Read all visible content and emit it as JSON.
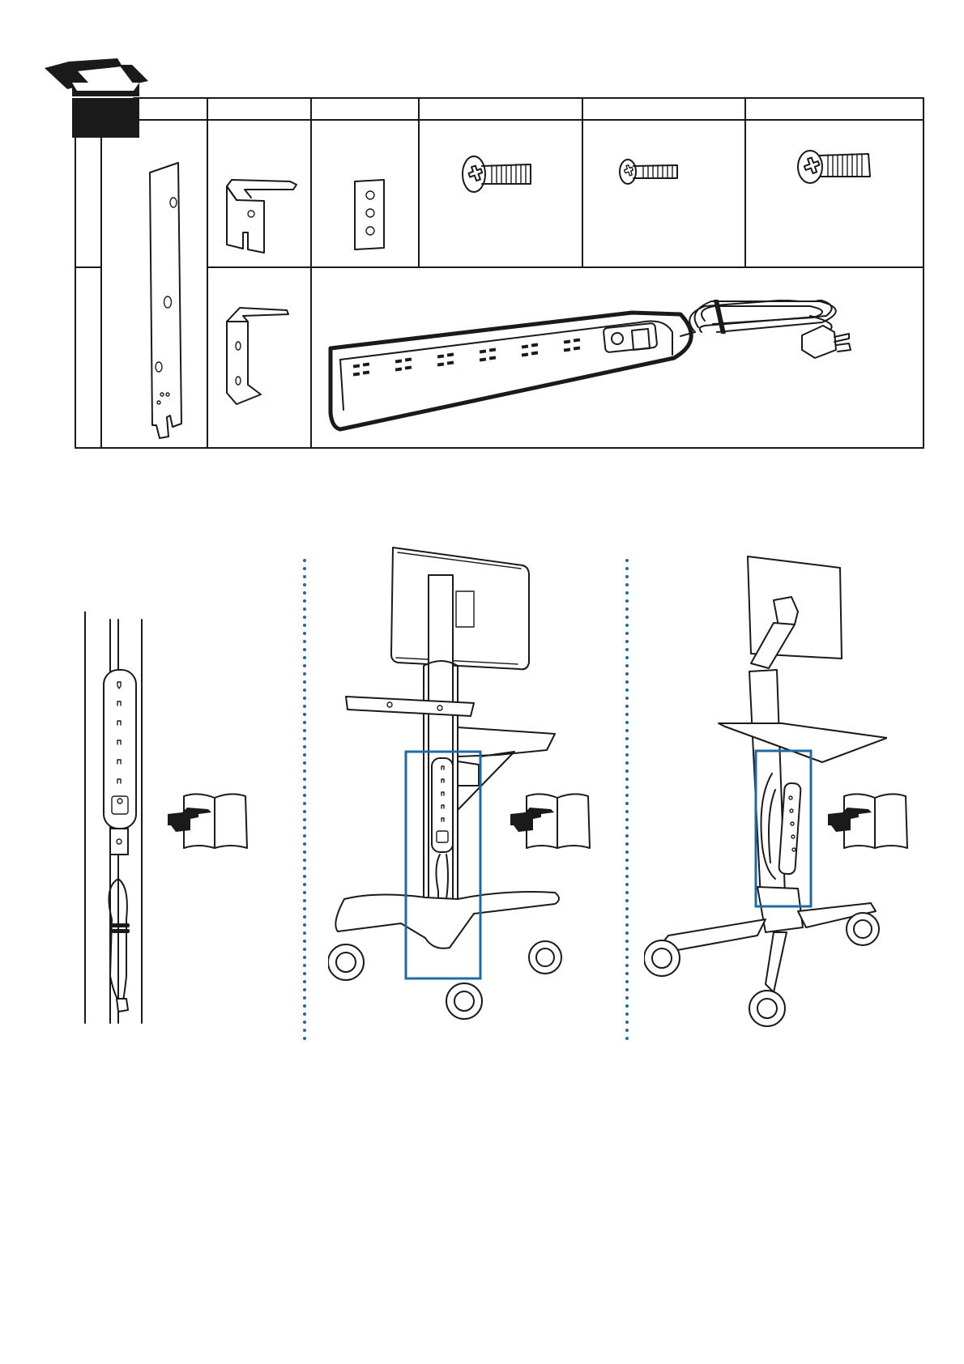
{
  "document": {
    "kind": "assembly-instruction-page",
    "accent_color": "#1f6aa5",
    "line_color": "#1a1a1a"
  },
  "parts_table": {
    "box_icon": "open-box-icon",
    "parts": [
      {
        "icon": "mounting-plate-icon"
      },
      {
        "icon": "bracket-a-icon"
      },
      {
        "icon": "spacer-plate-icon"
      },
      {
        "icon": "screw-large-icon"
      },
      {
        "icon": "screw-small-icon"
      },
      {
        "icon": "screw-medium-icon"
      },
      {
        "icon": "bracket-b-icon"
      },
      {
        "icon": "power-strip-icon"
      }
    ]
  },
  "steps": [
    {
      "view": "power-strip-mounted-on-post",
      "note_icon": "manual-pointer-icon"
    },
    {
      "view": "cart-front-with-power-strip",
      "note_icon": "manual-pointer-icon"
    },
    {
      "view": "cart-rear-with-power-strip",
      "note_icon": "manual-pointer-icon"
    }
  ]
}
